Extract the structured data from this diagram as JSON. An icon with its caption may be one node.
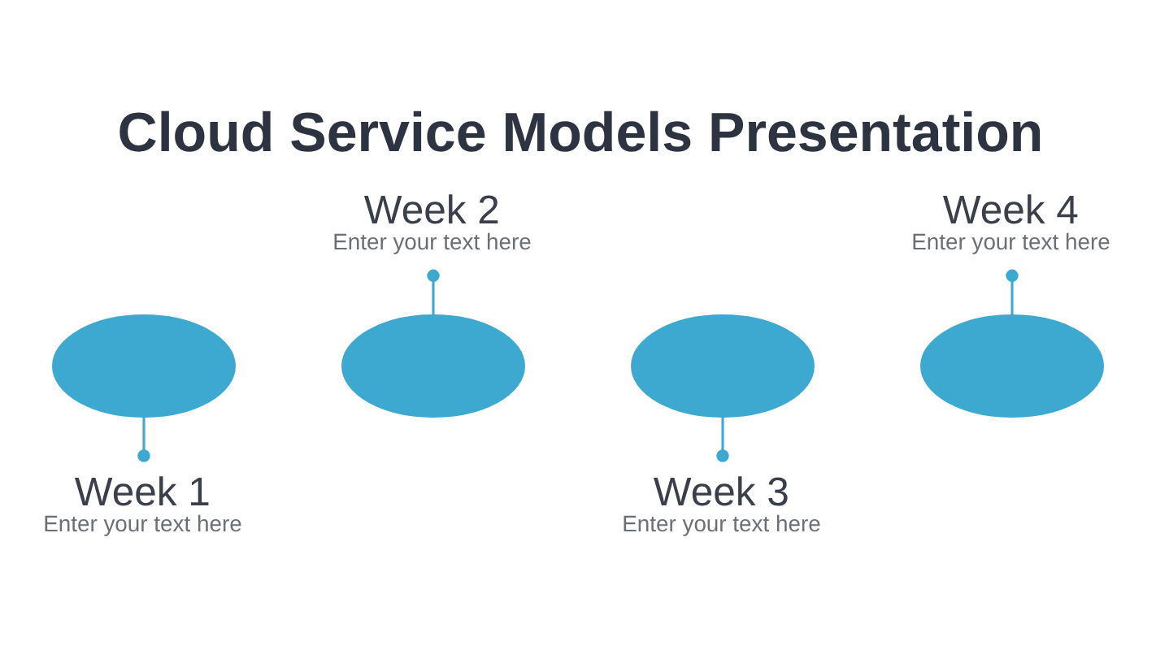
{
  "diagram": {
    "title": "Cloud Service Models Presentation",
    "nodes": [
      {
        "text": [
          "Week 2",
          "Enter your text here"
        ]
      },
      {
        "text": [
          "Week 4",
          "Enter your text here"
        ]
      },
      {
        "text": [],
        "shape": "cloud"
      },
      {
        "text": [],
        "shape": "cloud"
      },
      {
        "text": [],
        "shape": "cloud"
      },
      {
        "text": [],
        "shape": "cloud"
      },
      {
        "text": [
          "Week 1",
          "Enter your text here"
        ]
      },
      {
        "text": [
          "Week 3",
          "Enter your text here"
        ]
      }
    ],
    "edges": [
      {
        "from": 2,
        "to": 6,
        "arrow": "other"
      },
      {
        "from": 0,
        "to": 3,
        "arrow": "other"
      },
      {
        "from": 4,
        "to": 7,
        "arrow": "other"
      },
      {
        "from": 1,
        "to": 5,
        "arrow": "other"
      }
    ]
  }
}
